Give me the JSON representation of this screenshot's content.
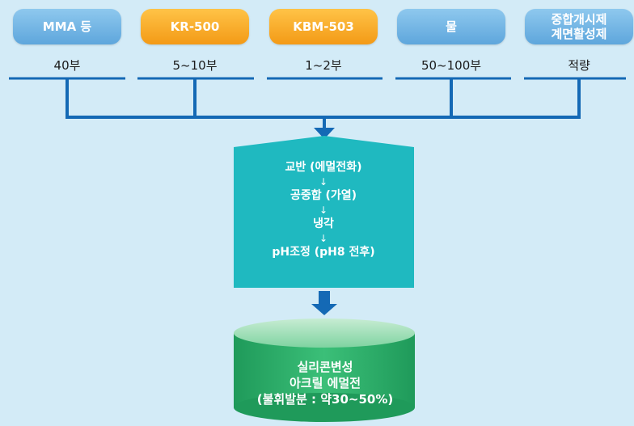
{
  "ingredients": [
    {
      "label": "MMA 등",
      "amount": "40부",
      "color": "#6fb4e6"
    },
    {
      "label": "KR-500",
      "amount": "5~10부",
      "color": "#f7a823"
    },
    {
      "label": "KBM-503",
      "amount": "1~2부",
      "color": "#f7a823"
    },
    {
      "label": "물",
      "amount": "50~100부",
      "color": "#6fb4e6"
    },
    {
      "label": "중합개시제\n계면활성제",
      "amount": "적량",
      "color": "#6fb4e6"
    }
  ],
  "process": {
    "steps": [
      "교반 (에멀전화)",
      "공중합 (가열)",
      "냉각",
      "pH조정 (pH8 전후)"
    ],
    "arrow": "↓",
    "color": "#1fb9c0"
  },
  "product": {
    "lines": [
      "실리콘변성",
      "아크릴 에멀전",
      "(불휘발분 : 약30~50%)"
    ],
    "color": "#27a865"
  },
  "connector_color": "#1469b5"
}
